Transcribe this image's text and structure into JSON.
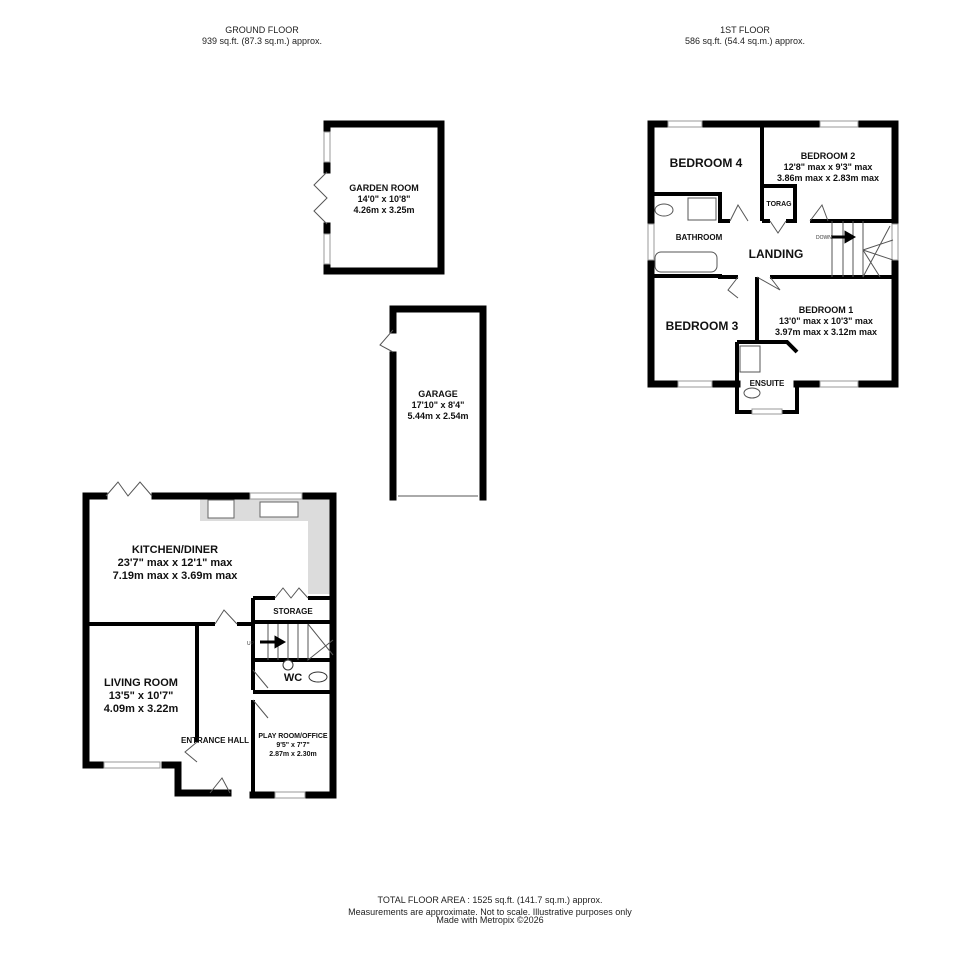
{
  "ground_floor": {
    "title": "GROUND FLOOR",
    "area": "939 sq.ft. (87.3 sq.m.) approx.",
    "rooms": {
      "garden_room": {
        "name": "GARDEN ROOM",
        "imperial": "14'0\"  x 10'8\"",
        "metric": "4.26m  x 3.25m"
      },
      "garage": {
        "name": "GARAGE",
        "imperial": "17'10\"  x 8'4\"",
        "metric": "5.44m  x 2.54m"
      },
      "kitchen": {
        "name": "KITCHEN/DINER",
        "imperial": "23'7\" max x 12'1\" max",
        "metric": "7.19m max x 3.69m max"
      },
      "storage": {
        "name": "STORAGE"
      },
      "stairs_label": "UP",
      "wc": {
        "name": "WC"
      },
      "living": {
        "name": "LIVING ROOM",
        "imperial": "13'5\"  x 10'7\"",
        "metric": "4.09m  x 3.22m"
      },
      "hall": {
        "name": "ENTRANCE HALL"
      },
      "playroom": {
        "name": "PLAY ROOM/OFFICE",
        "imperial": "9'5\"  x 7'7\"",
        "metric": "2.87m  x 2.30m"
      }
    }
  },
  "first_floor": {
    "title": "1ST FLOOR",
    "area": "586 sq.ft. (54.4 sq.m.) approx.",
    "rooms": {
      "bedroom4": {
        "name": "BEDROOM 4"
      },
      "bedroom2": {
        "name": "BEDROOM 2",
        "imperial": "12'8\" max x 9'3\" max",
        "metric": "3.86m max x 2.83m max"
      },
      "storage": {
        "name": "TORAG"
      },
      "bathroom": {
        "name": "BATHROOM"
      },
      "landing": {
        "name": "LANDING"
      },
      "stairs_label": "DOWN",
      "bedroom3": {
        "name": "BEDROOM 3"
      },
      "bedroom1": {
        "name": "BEDROOM 1",
        "imperial": "13'0\" max x 10'3\" max",
        "metric": "3.97m max x 3.12m max"
      },
      "ensuite": {
        "name": "ENSUITE"
      }
    }
  },
  "footer": {
    "total": "TOTAL FLOOR AREA : 1525 sq.ft. (141.7 sq.m.) approx.",
    "disclaimer": "Measurements are approximate.  Not to scale.  Illustrative purposes only",
    "credit": "Made with Metropix ©2026"
  },
  "colors": {
    "walls": "#000000",
    "fittings": "#dcdcdc"
  }
}
